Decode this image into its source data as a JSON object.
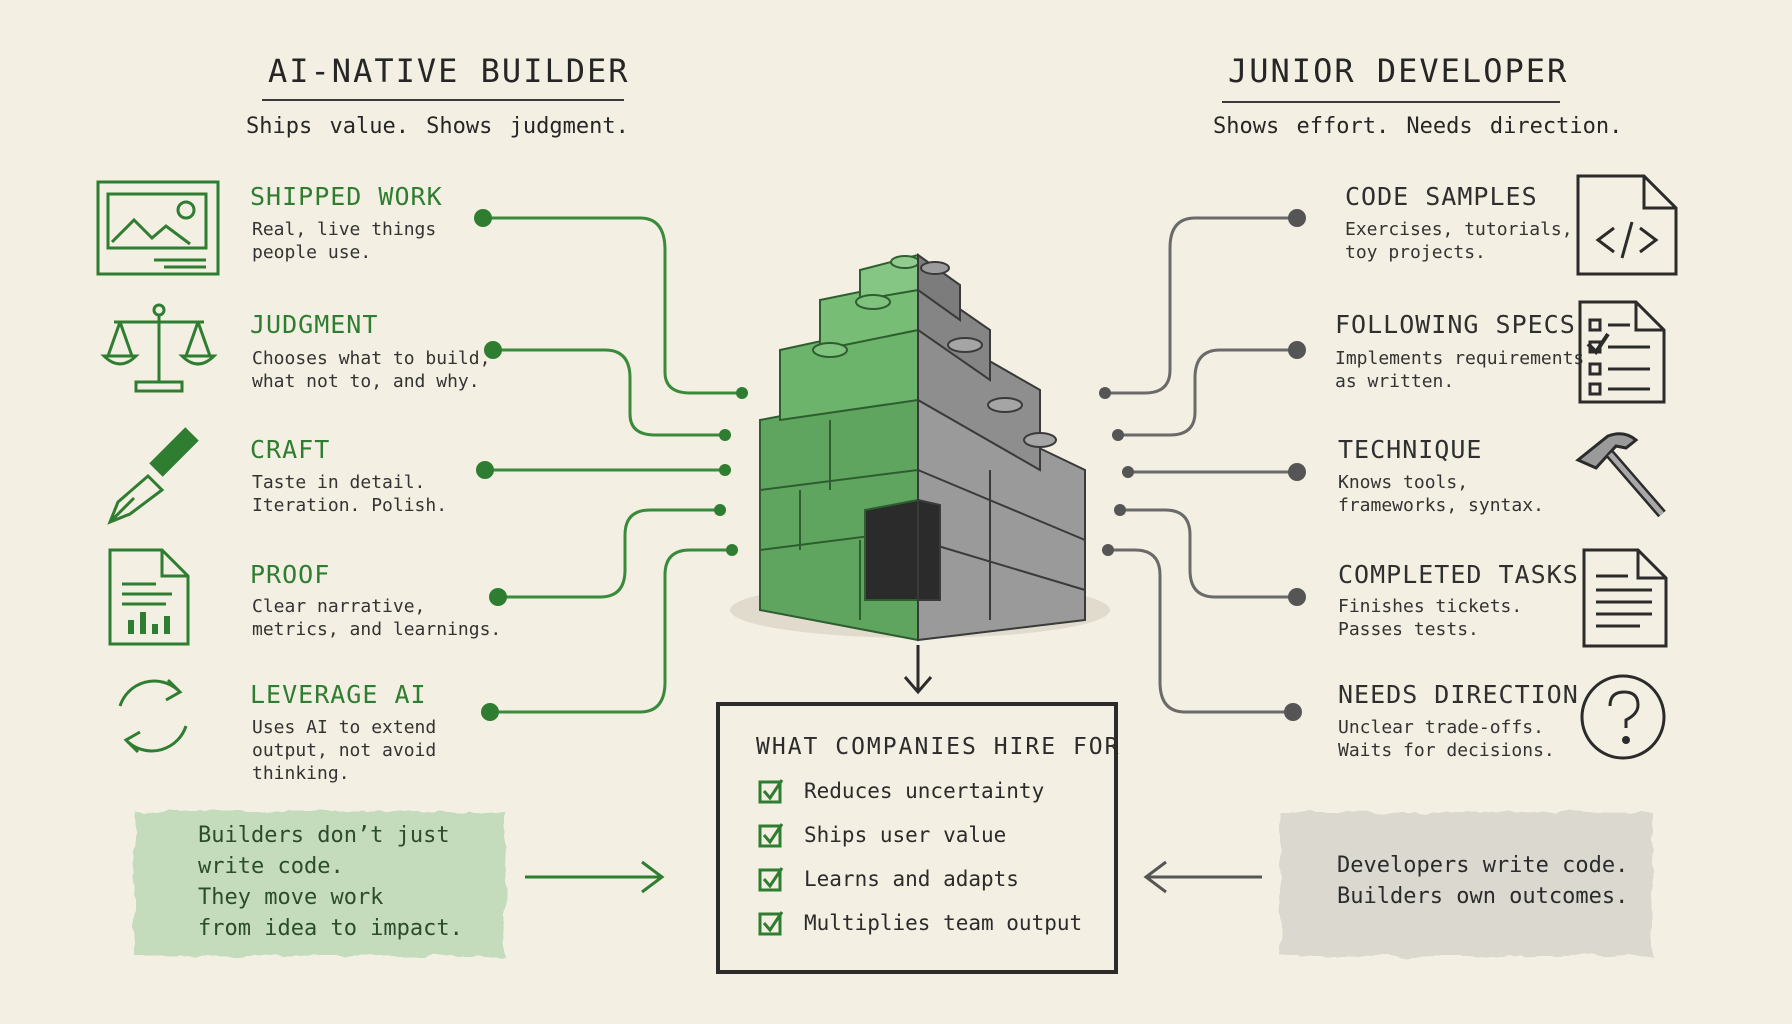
{
  "left": {
    "title": "AI-NATIVE BUILDER",
    "subtitle": "Ships value.  Shows  judgment.",
    "items": [
      {
        "title": "SHIPPED WORK",
        "desc": "Real,  live  things\npeople  use.",
        "icon": "web-page-icon"
      },
      {
        "title": "JUDGMENT",
        "desc": "Chooses what to build,\nwhat not to, and why.",
        "icon": "scales-icon"
      },
      {
        "title": "CRAFT",
        "desc": "Taste in detail.\nIteration.  Polish.",
        "icon": "pen-nib-icon"
      },
      {
        "title": "PROOF",
        "desc": "Clear narrative,\nmetrics, and learnings.",
        "icon": "report-icon"
      },
      {
        "title": "LEVERAGE AI",
        "desc": "Uses AI to extend\noutput, not avoid\nthinking.",
        "icon": "cycle-arrows-icon"
      }
    ],
    "note": "Builders don’t just\nwrite code.\nThey move work\nfrom idea to impact.",
    "color": "#2f7d31"
  },
  "right": {
    "title": "JUNIOR DEVELOPER",
    "subtitle": "Shows  effort.  Needs  direction.",
    "items": [
      {
        "title": "CODE SAMPLES",
        "desc": "Exercises, tutorials,\ntoy projects.",
        "icon": "code-file-icon"
      },
      {
        "title": "FOLLOWING SPECS",
        "desc": "Implements requirements\nas written.",
        "icon": "checklist-icon"
      },
      {
        "title": "TECHNIQUE",
        "desc": "Knows tools,\nframeworks,  syntax.",
        "icon": "hammer-icon"
      },
      {
        "title": "COMPLETED TASKS",
        "desc": "Finishes tickets.\nPasses tests.",
        "icon": "document-icon"
      },
      {
        "title": "NEEDS DIRECTION",
        "desc": "Unclear trade-offs.\nWaits for decisions.",
        "icon": "question-icon"
      }
    ],
    "note": "Developers write code.\nBuilders own outcomes.",
    "color": "#555555"
  },
  "center": {
    "box_title": "WHAT  COMPANIES  HIRE  FOR",
    "checks": [
      "Reduces uncertainty",
      "Ships user value",
      "Learns and adapts",
      "Multiplies team output"
    ]
  }
}
